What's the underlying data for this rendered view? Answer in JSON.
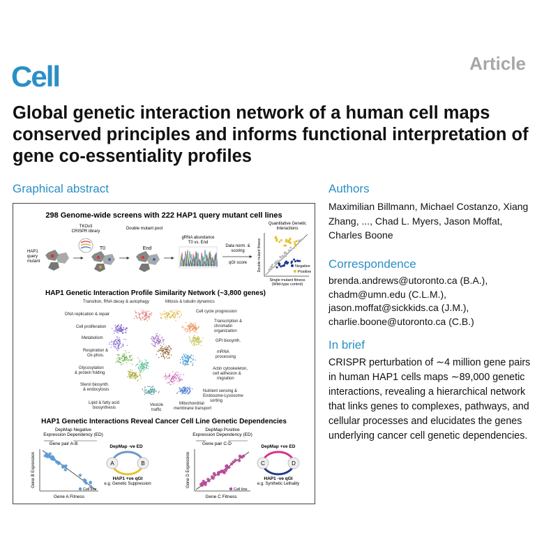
{
  "header": {
    "journal": "Cell",
    "article_type": "Article"
  },
  "title": "Global genetic interaction network of a human cell maps conserved principles and informs functional interpretation of gene co-essentiality profiles",
  "sections": {
    "graphical_abstract": "Graphical abstract",
    "authors": "Authors",
    "correspondence": "Correspondence",
    "in_brief": "In brief"
  },
  "authors_text": "Maximilian Billmann, Michael Costanzo, Xiang Zhang, ..., Chad L. Myers, Jason Moffat, Charles Boone",
  "correspondence_lines": [
    "brenda.andrews@utoronto.ca (B.A.),",
    "chadm@umn.edu (C.L.M.),",
    "jason.moffat@sickkids.ca (J.M.),",
    "charlie.boone@utoronto.ca (C.B.)"
  ],
  "in_brief_text": "CRISPR perturbation of ∼4 million gene pairs in human HAP1 cells maps ∼89,000 genetic interactions, revealing a hierarchical network that links genes to complexes, pathways, and cellular processes and elucidates the genes underlying cancer cell genetic dependencies.",
  "abstract": {
    "panel1_title": "298 Genome-wide screens with 222 HAP1 query mutant cell lines",
    "tko_line1": "TKOv3",
    "tko_line2": "CRISPR library",
    "double_mutant_pool": "Double mutant pool",
    "query_line1": "HAP1",
    "query_line2": "query",
    "query_line3": "mutant",
    "t0": "T0",
    "end": "End",
    "gRNA_line1": "gRNA abundance",
    "gRNA_line2": "T0 vs. End",
    "norm_line1": "Data norm. &",
    "norm_line2": "scoring",
    "qgi_score": "qGI score",
    "quant_line1": "Quantitative Genetic",
    "quant_line2": "Interactions",
    "double_fitness": "Double mutant fitness",
    "single_line1": "Single mutant fitness",
    "single_line2": "(Wild-type control)",
    "negative": "Negative",
    "positive": "Positive",
    "panel2_title": "HAP1 Genetic Interaction Profile Similarity Network (~3,800 genes)",
    "clusters": {
      "translation": "Transition, RNA decay & autophagy",
      "mitosis": "Mitosis & tubulin dynamics",
      "dna": "DNA replication & repair",
      "cellcycle": "Cell cycle progression",
      "prolif": "Cell proliferation",
      "transcription_1": "Transcription &",
      "transcription_2": "chromatin",
      "transcription_3": "organization",
      "metabolism": "Metabolism",
      "gpi": "GPI biosynth.",
      "resp_1": "Respiration &",
      "resp_2": "Ox-phos.",
      "mrna_1": "mRNA",
      "mrna_2": "processing",
      "glyco_1": "Glycosylation",
      "glyco_2": "& protein folding",
      "actin_1": "Actin cytoskeleton,",
      "actin_2": "cell adhesion &",
      "actin_3": "migration",
      "sterol_1": "Sterol biosynth.",
      "sterol_2": "& endocytosis",
      "nutrient_1": "Nutrient sensing &",
      "nutrient_2": "Endosome-Lysosome",
      "nutrient_3": "sorting",
      "lipid_1": "Lipid & fatty acid",
      "lipid_2": "biosynthesis",
      "vesicle_1": "Vesicle",
      "vesicle_2": "traffic",
      "mito_1": "Mitochondrial",
      "mito_2": "membrane transport"
    },
    "panel3_title": "HAP1 Genetic Interactions Reveal Cancer Cell Line Genetic Dependencies",
    "left": {
      "dep_line1": "DepMap Negative",
      "dep_line2": "Expression Dependency (ED)",
      "gene_pair": "Gene pair A-B",
      "ylabel": "Gene B Expression",
      "xlabel": "Gene A Fitness",
      "cell_line": "Cell line",
      "depmap_ed": "DepMap -ve ED",
      "gene1": "A",
      "gene2": "B",
      "hap1_qgi": "HAP1 +ve qGI",
      "example": "e.g. Genetic Suppression"
    },
    "right": {
      "dep_line1": "DepMap Positive",
      "dep_line2": "Expression Dependency (ED)",
      "gene_pair": "Gene pair C-D",
      "ylabel": "Gene D Expression",
      "xlabel": "Gene C Fitness",
      "cell_line": "Cell line",
      "depmap_ed": "DepMap +ve ED",
      "gene1": "C",
      "gene2": "D",
      "hap1_qgi": "HAP1 -ve qGI",
      "example": "e.g. Synthetic Lethality"
    },
    "colors": {
      "negative": "#1f3a8a",
      "positive": "#e6c229",
      "left_scatter": "#5b9bd5",
      "right_scatter": "#b8479a",
      "ed_negative_arc": "#6b98c7",
      "ed_positive_arc": "#d6338a",
      "qgi_positive_arc": "#e6c229",
      "qgi_negative_arc": "#1f3a8a"
    }
  }
}
